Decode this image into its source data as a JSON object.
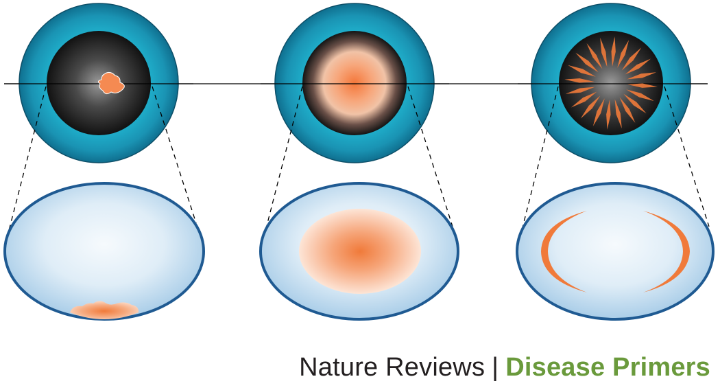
{
  "credit": {
    "journal": "Nature Reviews",
    "separator": "|",
    "series": "Disease Primers"
  },
  "colors": {
    "iris_outer": "#0f6f8f",
    "iris_mid": "#1fa9c6",
    "pupil_edge": "#1a1a1a",
    "pupil_center": "#8a8a8a",
    "opacity_orange": "#f07a3a",
    "opacity_light": "#fbd3b8",
    "lens_border": "#1f5a92",
    "lens_fill_center": "#f4f9fd",
    "lens_fill_edge": "#b8d6ec",
    "guide_line": "#000000",
    "credit_green": "#6a9a3c"
  },
  "panels": [
    {
      "id": "eye-1",
      "opacity_pattern": "posterior-plaque"
    },
    {
      "id": "eye-2",
      "opacity_pattern": "central-nuclear"
    },
    {
      "id": "eye-3",
      "opacity_pattern": "cortical-spokes"
    }
  ]
}
